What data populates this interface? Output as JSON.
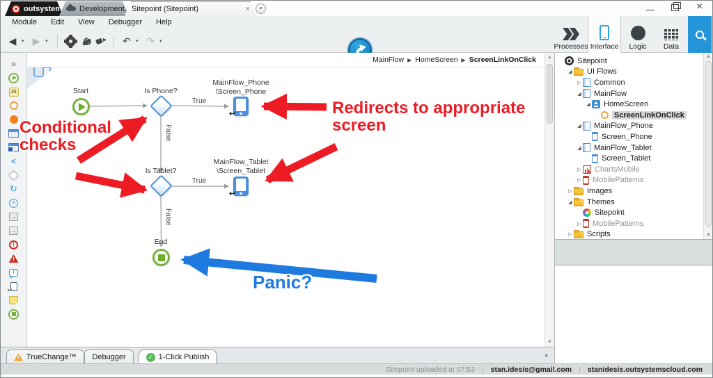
{
  "window": {
    "title_tabs": [
      {
        "label": "outsystems",
        "type": "brand"
      },
      {
        "label": "Development...",
        "type": "environment"
      },
      {
        "label": "Sitepoint (Sitepoint)",
        "type": "module",
        "active": true
      }
    ]
  },
  "menu": {
    "items": [
      "Module",
      "Edit",
      "View",
      "Debugger",
      "Help"
    ]
  },
  "toolbox": {
    "icons": [
      "collapse-chevrons",
      "start-node",
      "javascript",
      "client-action",
      "server-action",
      "aggregate",
      "data-table",
      "chevron-left",
      "if-condition",
      "for-each",
      "assign",
      "navigate-in",
      "navigate-out",
      "raise-exception",
      "exception-handler",
      "comment",
      "destination",
      "note",
      "end-node"
    ]
  },
  "nav": {
    "items": [
      {
        "label": "Processes",
        "icon": "processes",
        "active": false
      },
      {
        "label": "Interface",
        "icon": "interface",
        "active": true
      },
      {
        "label": "Logic",
        "icon": "logic",
        "active": false
      },
      {
        "label": "Data",
        "icon": "data",
        "active": false
      }
    ]
  },
  "breadcrumb": {
    "parts": [
      "MainFlow",
      "HomeScreen",
      "ScreenLinkOnClick"
    ]
  },
  "flow": {
    "nodes": [
      {
        "id": "start",
        "type": "start",
        "label": "Start"
      },
      {
        "id": "is-phone",
        "type": "condition",
        "label": "Is Phone?"
      },
      {
        "id": "screen-phone",
        "type": "screen",
        "label_line1": "MainFlow_Phone",
        "label_line2": "\\Screen_Phone"
      },
      {
        "id": "is-tablet",
        "type": "condition",
        "label": "Is Tablet?"
      },
      {
        "id": "screen-tablet",
        "type": "screen",
        "label_line1": "MainFlow_Tablet",
        "label_line2": "\\Screen_Tablet"
      },
      {
        "id": "end",
        "type": "end",
        "label": "End"
      }
    ],
    "edge_labels": {
      "true1": "True",
      "false1": "False",
      "true2": "True",
      "false2": "False"
    }
  },
  "annotations": {
    "conditional": "Conditional checks",
    "redirects": "Redirects to appropriate screen",
    "panic": "Panic?"
  },
  "sidebar": {
    "tree": [
      {
        "label": "Sitepoint",
        "level": 0,
        "icon": "module",
        "expand": ""
      },
      {
        "label": "UI Flows",
        "level": 1,
        "icon": "folder",
        "expand": "expanded"
      },
      {
        "label": "Common",
        "level": 2,
        "icon": "flow",
        "expand": "collapsed"
      },
      {
        "label": "MainFlow",
        "level": 2,
        "icon": "flow",
        "expand": "expanded"
      },
      {
        "label": "HomeScreen",
        "level": 3,
        "icon": "screen",
        "expand": "expanded"
      },
      {
        "label": "ScreenLinkOnClick",
        "level": 4,
        "icon": "action",
        "expand": "",
        "selected": true
      },
      {
        "label": "MainFlow_Phone",
        "level": 2,
        "icon": "flow",
        "expand": "expanded"
      },
      {
        "label": "Screen_Phone",
        "level": 3,
        "icon": "phone",
        "expand": ""
      },
      {
        "label": "MainFlow_Tablet",
        "level": 2,
        "icon": "flow",
        "expand": "expanded"
      },
      {
        "label": "Screen_Tablet",
        "level": 3,
        "icon": "phone",
        "expand": ""
      },
      {
        "label": "ChartsMobile",
        "level": 2,
        "icon": "chart",
        "expand": "collapsed",
        "muted": true
      },
      {
        "label": "MobilePatterns",
        "level": 2,
        "icon": "phone-red",
        "expand": "collapsed",
        "muted": true
      },
      {
        "label": "Images",
        "level": 1,
        "icon": "folder",
        "expand": "collapsed"
      },
      {
        "label": "Themes",
        "level": 1,
        "icon": "folder",
        "expand": "expanded"
      },
      {
        "label": "Sitepoint",
        "level": 2,
        "icon": "palette",
        "expand": ""
      },
      {
        "label": "MobilePatterns",
        "level": 2,
        "icon": "phone-red",
        "expand": "collapsed",
        "muted": true
      },
      {
        "label": "Scripts",
        "level": 1,
        "icon": "folder",
        "expand": "collapsed"
      }
    ]
  },
  "bottom_tabs": [
    {
      "label": "TrueChange™",
      "icon": "warning",
      "active": false
    },
    {
      "label": "Debugger",
      "icon": "",
      "active": false
    },
    {
      "label": "1-Click Publish",
      "icon": "success",
      "active": true
    }
  ],
  "status": {
    "message": "Sitepoint uploaded at 07:53",
    "account": "stan.idesis@gmail.com",
    "host": "stanidesis.outsystemscloud.com"
  },
  "colors": {
    "annotation_red": "#ed1c24",
    "annotation_blue": "#1f7ae0",
    "node_green": "#76b33e",
    "node_blue": "#4a90d9",
    "search_blue": "#2395d8"
  }
}
